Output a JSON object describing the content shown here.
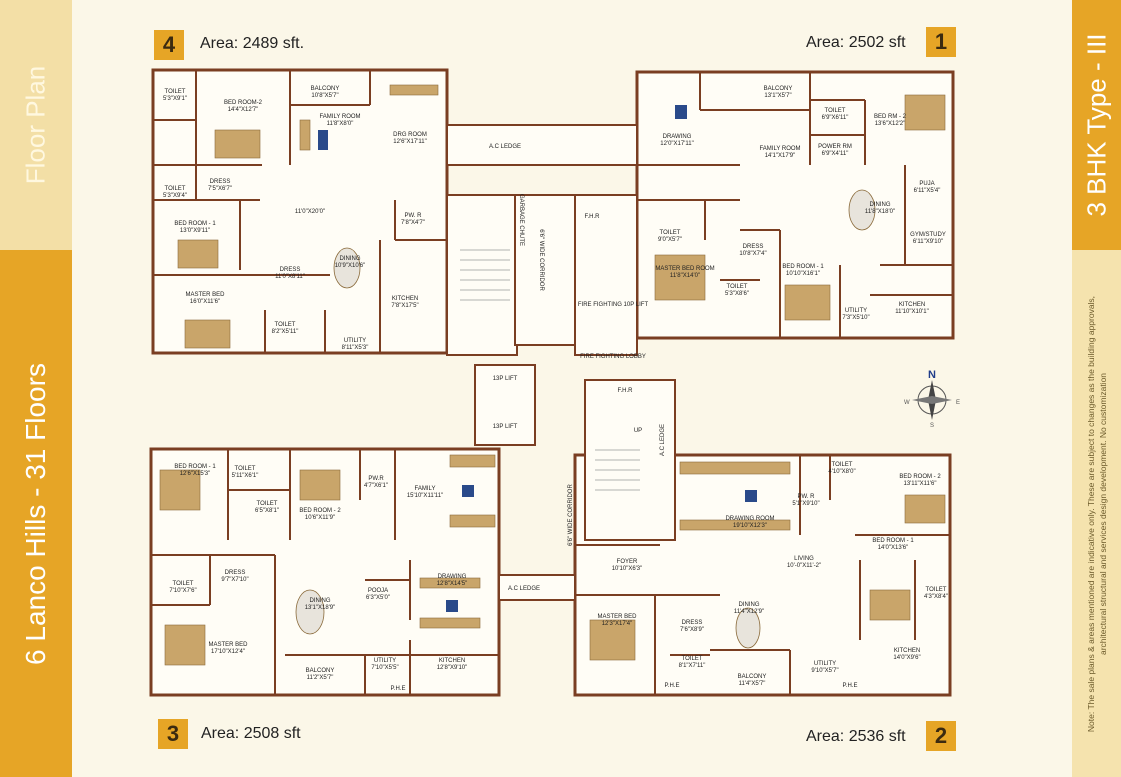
{
  "sidebar": {
    "top_label": "Floor Plan",
    "bottom_label": "6 Lanco Hills - 31 Floors"
  },
  "rightbar": {
    "top_label": "3 BHK Type - III",
    "note": "Note: The sale plans & areas mentioned are indicative only. These are subject to changes as the building approvals, architectural structural and services design development. No customization"
  },
  "units": {
    "u4": {
      "number": "4",
      "area": "Area: 2489 sft."
    },
    "u1": {
      "number": "1",
      "area": "Area: 2502 sft"
    },
    "u3": {
      "number": "3",
      "area": "Area: 2508 sft"
    },
    "u2": {
      "number": "2",
      "area": "Area: 2536 sft"
    }
  },
  "compass": {
    "n": "N",
    "e": "E",
    "w": "W",
    "s": "S"
  },
  "rooms": [
    {
      "t": "TOILET",
      "d": "5'3\"X9'1\""
    },
    {
      "t": "BED ROOM-2",
      "d": "14'4\"X12'7\""
    },
    {
      "t": "BALCONY",
      "d": "10'8\"X5'7\""
    },
    {
      "t": "FAMILY ROOM",
      "d": "11'8\"X8'0\""
    },
    {
      "t": "DRG ROOM",
      "d": "12'6\"X17'11\""
    },
    {
      "t": "DRESS",
      "d": "7'5\"X6'7\""
    },
    {
      "t": "TOILET",
      "d": "5'3\"X9'4\""
    },
    {
      "t": "",
      "d": "11'0\"X20'0\""
    },
    {
      "t": "BED ROOM - 1",
      "d": "13'0\"X9'11\""
    },
    {
      "t": "PW. R",
      "d": "7'8\"X4'7\""
    },
    {
      "t": "DRESS",
      "d": "11'0\"X8'11\""
    },
    {
      "t": "DINING",
      "d": "10'9\"X10'6\""
    },
    {
      "t": "KITCHEN",
      "d": "7'8\"X17'5\""
    },
    {
      "t": "MASTER BED",
      "d": "16'0\"X11'6\""
    },
    {
      "t": "TOILET",
      "d": "8'2\"X5'11\""
    },
    {
      "t": "UTILITY",
      "d": "8'11\"X5'3\""
    },
    {
      "t": "BALCONY",
      "d": "13'1\"X5'7\""
    },
    {
      "t": "DRAWING",
      "d": "12'0\"X17'11\""
    },
    {
      "t": "TOILET",
      "d": "6'9\"X6'11\""
    },
    {
      "t": "BED RM - 2",
      "d": "13'6\"X12'2\""
    },
    {
      "t": "FAMILY ROOM",
      "d": "14'1\"X17'9\""
    },
    {
      "t": "POWER RM",
      "d": "6'9\"X4'11\""
    },
    {
      "t": "PUJA",
      "d": "6'11\"X5'4\""
    },
    {
      "t": "DINING",
      "d": "11'8\"X18'0\""
    },
    {
      "t": "TOILET",
      "d": "9'0\"X5'7\""
    },
    {
      "t": "DRESS",
      "d": "10'8\"X7'4\""
    },
    {
      "t": "GYM/STUDY",
      "d": "6'11\"X9'10\""
    },
    {
      "t": "MASTER BED ROOM",
      "d": "11'8\"X14'0\""
    },
    {
      "t": "BED ROOM - 1",
      "d": "10'10\"X16'1\""
    },
    {
      "t": "TOILET",
      "d": "5'3\"X8'6\""
    },
    {
      "t": "UTILITY",
      "d": "7'3\"X5'10\""
    },
    {
      "t": "KITCHEN",
      "d": "11'10\"X10'1\""
    },
    {
      "t": "BED ROOM - 1",
      "d": "12'6\"X15'3\""
    },
    {
      "t": "TOILET",
      "d": "5'11\"X6'1\""
    },
    {
      "t": "PW.R",
      "d": "4'7\"X6'1\""
    },
    {
      "t": "FAMILY",
      "d": "15'10\"X11'11\""
    },
    {
      "t": "TOILET",
      "d": "6'5\"X8'1\""
    },
    {
      "t": "BED ROOM - 2",
      "d": "10'6\"X11'9\""
    },
    {
      "t": "DRESS",
      "d": "9'7\"X7'10\""
    },
    {
      "t": "TOILET",
      "d": "7'10\"X7'6\""
    },
    {
      "t": "DINING",
      "d": "13'1\"X18'9\""
    },
    {
      "t": "POOJA",
      "d": "6'3\"X5'0\""
    },
    {
      "t": "DRAWING",
      "d": "12'8\"X14'5\""
    },
    {
      "t": "MASTER BED",
      "d": "17'10\"X12'4\""
    },
    {
      "t": "BALCONY",
      "d": "11'2\"X5'7\""
    },
    {
      "t": "UTILITY",
      "d": "7'10\"X5'5\""
    },
    {
      "t": "KITCHEN",
      "d": "12'8\"X9'10\""
    },
    {
      "t": "TOILET",
      "d": "4'10\"X8'0\""
    },
    {
      "t": "BED ROOM - 2",
      "d": "13'11\"X11'6\""
    },
    {
      "t": "DRAWING ROOM",
      "d": "19'10\"X12'3\""
    },
    {
      "t": "PW. R",
      "d": "5'1\"X9'10\""
    },
    {
      "t": "FOYER",
      "d": "10'10\"X6'3\""
    },
    {
      "t": "LIVING",
      "d": "10'-0\"X11'-2\""
    },
    {
      "t": "BED ROOM - 1",
      "d": "14'0\"X13'6\""
    },
    {
      "t": "TOILET",
      "d": "4'3\"X8'4\""
    },
    {
      "t": "MASTER BED",
      "d": "12'3\"X17'4\""
    },
    {
      "t": "DRESS",
      "d": "7'6\"X8'9\""
    },
    {
      "t": "DINING",
      "d": "11'4\"X12'9\""
    },
    {
      "t": "TOILET",
      "d": "8'1\"X7'11\""
    },
    {
      "t": "BALCONY",
      "d": "11'4\"X5'7\""
    },
    {
      "t": "UTILITY",
      "d": "9'10\"X5'7\""
    },
    {
      "t": "KITCHEN",
      "d": "14'0\"X9'6\""
    }
  ],
  "core": {
    "ac_ledge": "A.C LEDGE",
    "corridor": "6'6\" WIDE CORRIDOR",
    "garbage": "GARBAGE CHUTE",
    "fhr": "F.H.R",
    "fire_lift": "FIRE FIGHTING 10P LIFT",
    "fire_lobby": "FIRE FIGHTING LOBBY",
    "lift": "13P LIFT",
    "up": "UP",
    "pshaft": "P.H.E"
  }
}
